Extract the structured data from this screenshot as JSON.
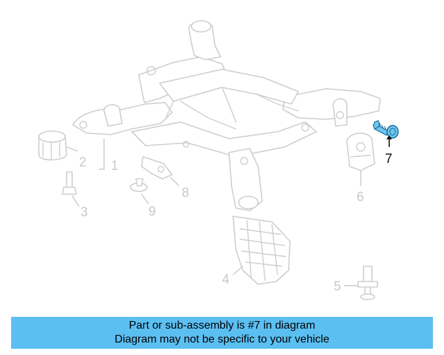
{
  "diagram": {
    "callouts": [
      "1",
      "2",
      "3",
      "4",
      "5",
      "6",
      "7",
      "8",
      "9"
    ],
    "highlight_callout": "7",
    "highlight_color": "#6ec6f2"
  },
  "banner": {
    "line1": "Part or sub-assembly is #7 in diagram",
    "line2": "Diagram may not be specific to your vehicle",
    "background": "#5bbff2"
  }
}
